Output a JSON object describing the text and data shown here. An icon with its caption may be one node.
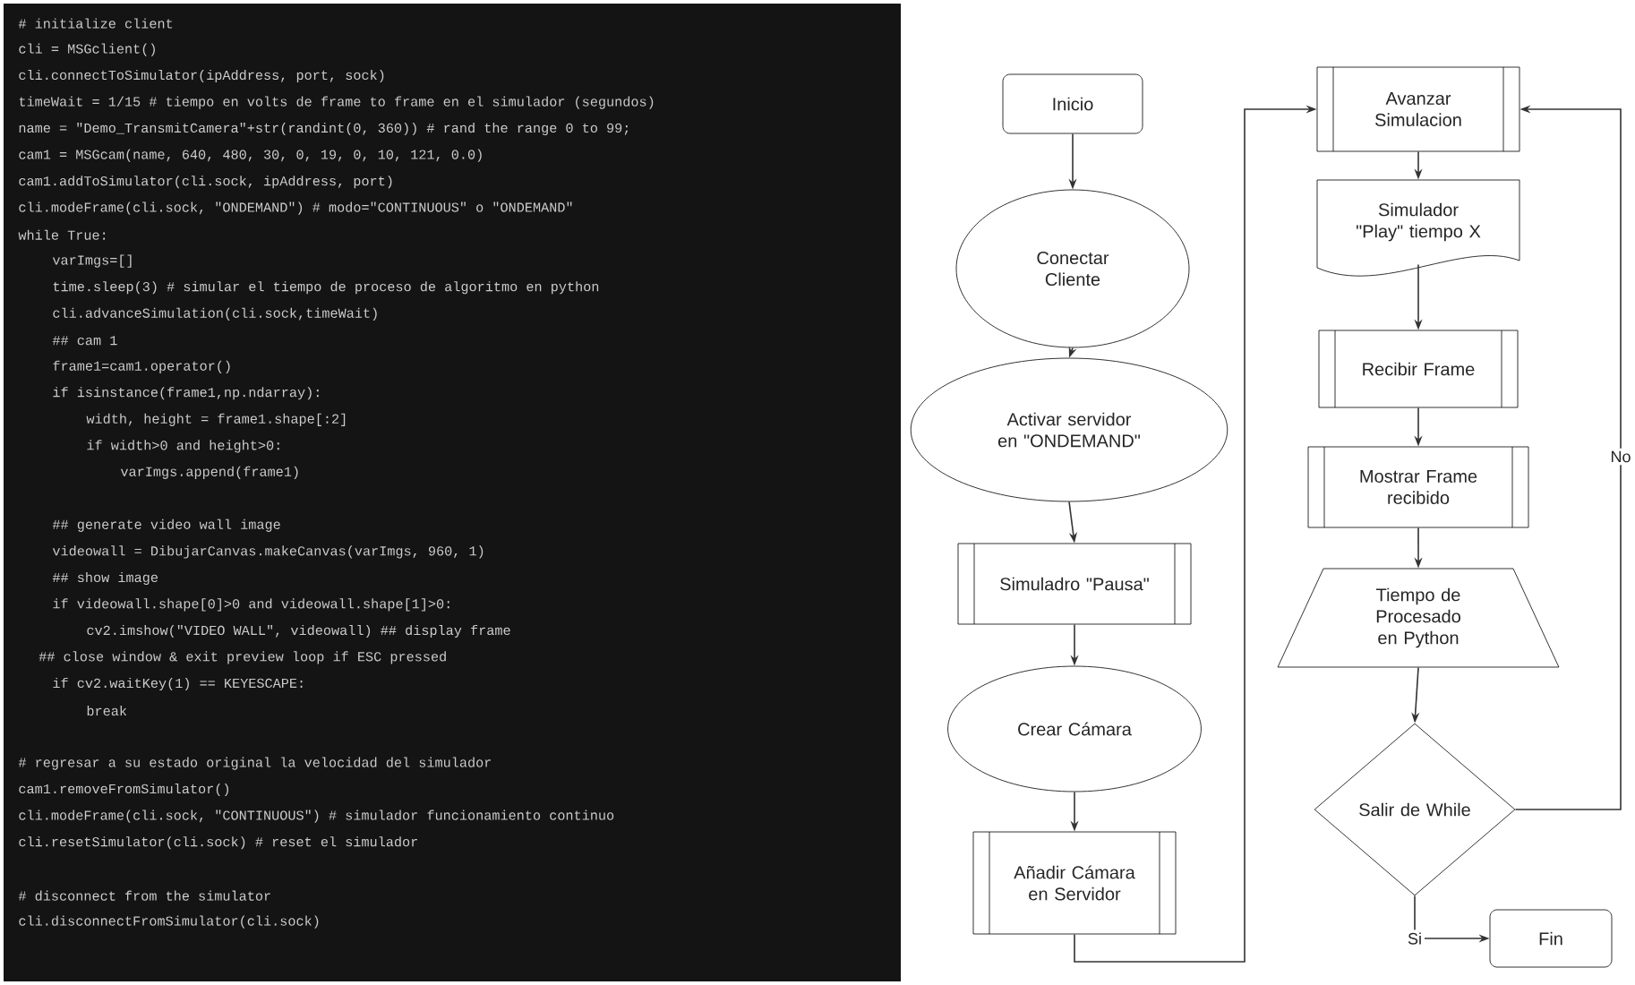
{
  "diagram": {
    "nodes": [
      {
        "text": [
          "Inicio"
        ]
      },
      {
        "text": [
          "Conectar Cliente"
        ]
      },
      {
        "text": [
          "Activar servidor en \"ONDEMAND\""
        ]
      },
      {
        "text": [
          "Simuladro \"Pausa\""
        ]
      },
      {
        "text": [
          "Crear Cámara"
        ]
      },
      {
        "text": [
          "Añadir Cámara en Servidor"
        ]
      },
      {
        "text": [
          "Avanzar Simulacion"
        ]
      },
      {
        "text": [
          "Simulador \"Play\" tiempo X"
        ]
      },
      {
        "text": [
          "Recibir Frame"
        ]
      },
      {
        "text": [
          "Mostrar Frame recibido"
        ]
      },
      {
        "text": [
          "Tiempo de Procesado en Python"
        ]
      },
      {
        "text": [
          "Salir de While"
        ]
      },
      {
        "text": [
          "Fin"
        ]
      }
    ],
    "edges": [
      {
        "from": 0,
        "to": 1,
        "arrow": "to"
      },
      {
        "from": 1,
        "to": 2,
        "arrow": "to"
      },
      {
        "from": 2,
        "to": 3,
        "arrow": "to"
      },
      {
        "from": 3,
        "to": 4,
        "arrow": "to"
      },
      {
        "from": 4,
        "to": 5,
        "arrow": "to"
      },
      {
        "from": 5,
        "to": 6,
        "arrow": "to"
      },
      {
        "from": 6,
        "to": 7,
        "arrow": "to"
      },
      {
        "from": 7,
        "to": 8,
        "arrow": "to"
      },
      {
        "from": 8,
        "to": 9,
        "arrow": "to"
      },
      {
        "from": 9,
        "to": 10,
        "arrow": "to"
      },
      {
        "from": 10,
        "to": 11,
        "arrow": "to"
      },
      {
        "from": 11,
        "to": 6,
        "arrow": "to",
        "label": "No"
      },
      {
        "from": 11,
        "to": 12,
        "arrow": "to",
        "label": "Si"
      }
    ],
    "labels": [
      "# initialize client",
      "cli = MSGclient()",
      "cli.connectToSimulator(ipAddress, port, sock)",
      "timeWait = 1/15 # tiempo en volts de frame to frame en el simulador (segundos)",
      "name = \"Demo_TransmitCamera\"+str(randint(0, 360)) # rand the range 0 to 99;",
      "cam1 = MSGcam(name, 640, 480, 30, 0, 19, 0, 10, 121, 0.0)",
      "cam1.addToSimulator(cli.sock, ipAddress, port)",
      "cli.modeFrame(cli.sock, \"ONDEMAND\") # modo=\"CONTINUOUS\" o \"ONDEMAND\"",
      "while True:",
      "varImgs=[]",
      "time.sleep(3)  # simular el tiempo de proceso de algoritmo en python",
      "cli.advanceSimulation(cli.sock,timeWait)",
      "## cam 1",
      "frame1=cam1.operator()",
      "if isinstance(frame1,np.ndarray):",
      "width, height = frame1.shape[:2]",
      "if width>0 and height>0:",
      "varImgs.append(frame1)",
      "## generate video wall image",
      "videowall = DibujarCanvas.makeCanvas(varImgs, 960, 1)",
      "## show image",
      "if videowall.shape[0]>0 and videowall.shape[1]>0:",
      "cv2.imshow(\"VIDEO WALL\", videowall) ## display frame",
      "## close window & exit preview loop if ESC pressed",
      "if cv2.waitKey(1) == KEYESCAPE:",
      "break",
      "# regresar a su estado original la velocidad del simulador",
      "cam1.removeFromSimulator()",
      "cli.modeFrame(cli.sock, \"CONTINUOUS\") # simulador funcionamiento continuo",
      "cli.resetSimulator(cli.sock) # reset el simulador",
      "# disconnect from the simulator",
      "cli.disconnectFromSimulator(cli.sock)"
    ]
  }
}
